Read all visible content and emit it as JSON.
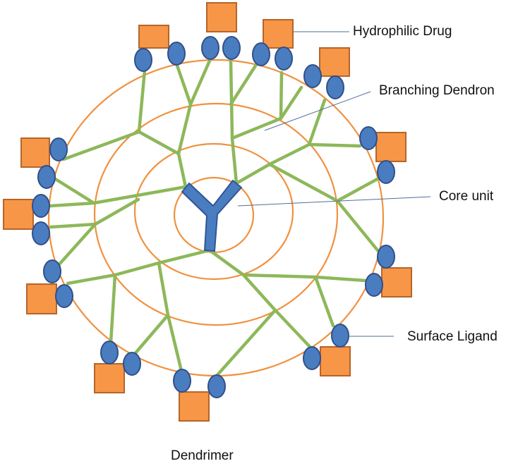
{
  "title": "Dendrimer",
  "labels": {
    "hydrophilic_drug": "Hydrophilic Drug",
    "branching_dendron": "Branching  Dendron",
    "core_unit": "Core unit",
    "surface_ligand": "Surface Ligand",
    "caption": "Dendrimer"
  },
  "colors": {
    "ring": "#F0913F",
    "branch": "#8DB85A",
    "core": "#4A7DC0",
    "core_outline": "#2F5597",
    "ligand": "#4A7DC0",
    "ligand_outline": "#2F4F8A",
    "drug": "#F79646",
    "drug_outline": "#B5652A",
    "leader": "#4F6E9A"
  },
  "components": [
    {
      "name": "Core unit",
      "shape": "Y"
    },
    {
      "name": "Branching Dendron",
      "shape": "green line network",
      "generations": 3
    },
    {
      "name": "Surface Ligand",
      "shape": "blue ellipse",
      "count": 26
    },
    {
      "name": "Hydrophilic Drug",
      "shape": "orange square",
      "count": 13
    }
  ],
  "generation_rings": 4
}
